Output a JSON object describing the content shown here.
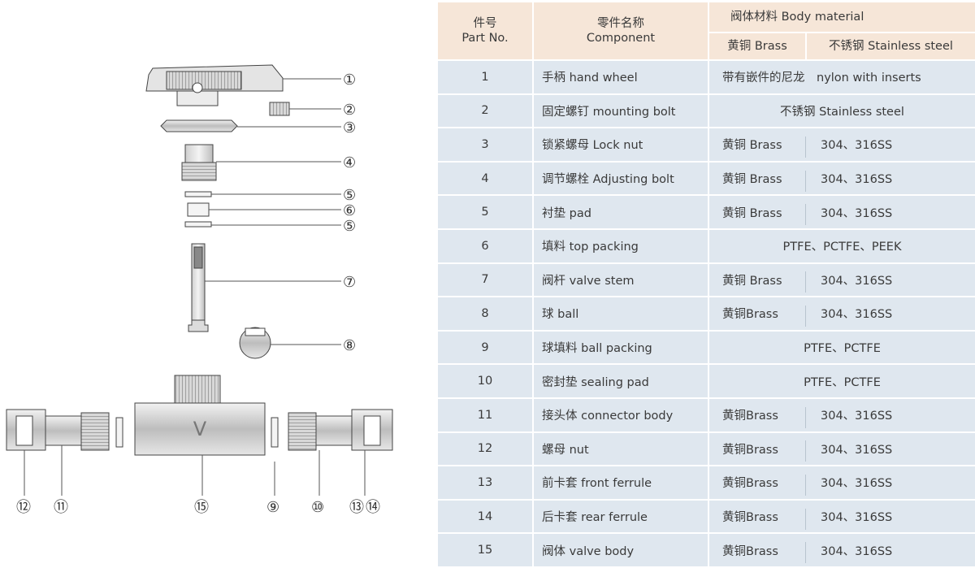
{
  "header": {
    "no_cn": "件号",
    "no_en": "Part No.",
    "name_cn": "零件名称",
    "name_en": "Component",
    "material": "阀体材料 Body material",
    "brass": "黄铜 Brass",
    "stainless": "不锈钢 Stainless steel"
  },
  "rows": [
    {
      "no": "1",
      "name": "手柄 hand wheel",
      "merged": "带有嵌件的尼龙　nylon with inserts"
    },
    {
      "no": "2",
      "name": "固定螺钉 mounting bolt",
      "merged": "不锈钢 Stainless steel"
    },
    {
      "no": "3",
      "name": "锁紧螺母 Lock nut",
      "brass": "黄铜 Brass",
      "ss": "304、316SS"
    },
    {
      "no": "4",
      "name": "调节螺栓 Adjusting bolt",
      "brass": "黄铜 Brass",
      "ss": "304、316SS"
    },
    {
      "no": "5",
      "name": "衬垫 pad",
      "brass": "黄铜 Brass",
      "ss": "304、316SS"
    },
    {
      "no": "6",
      "name": "填料 top packing",
      "merged": "PTFE、PCTFE、PEEK"
    },
    {
      "no": "7",
      "name": "阀杆 valve stem",
      "brass": "黄铜 Brass",
      "ss": "304、316SS"
    },
    {
      "no": "8",
      "name": "球 ball",
      "brass": "黄铜Brass",
      "ss": "304、316SS"
    },
    {
      "no": "9",
      "name": "球填料 ball packing",
      "merged": "PTFE、PCTFE"
    },
    {
      "no": "10",
      "name": "密封垫 sealing pad",
      "merged": "PTFE、PCTFE"
    },
    {
      "no": "11",
      "name": "接头体 connector body",
      "brass": "黄铜Brass",
      "ss": "304、316SS"
    },
    {
      "no": "12",
      "name": "螺母 nut",
      "brass": "黄铜Brass",
      "ss": "304、316SS"
    },
    {
      "no": "13",
      "name": "前卡套 front ferrule",
      "brass": "黄铜Brass",
      "ss": "304、316SS"
    },
    {
      "no": "14",
      "name": "后卡套 rear ferrule",
      "brass": "黄铜Brass",
      "ss": "304、316SS"
    },
    {
      "no": "15",
      "name": "阀体 valve body",
      "brass": "黄铜Brass",
      "ss": "304、316SS"
    }
  ],
  "callouts": [
    "①",
    "②",
    "③",
    "④",
    "⑤",
    "⑥",
    "⑤",
    "⑦",
    "⑧",
    "⑫",
    "⑪",
    "⑮",
    "⑨",
    "⑩",
    "⑬",
    "⑭"
  ],
  "colors": {
    "header_bg": "#f6e6d8",
    "row_bg": "#dfe7ef",
    "line": "#555555"
  }
}
